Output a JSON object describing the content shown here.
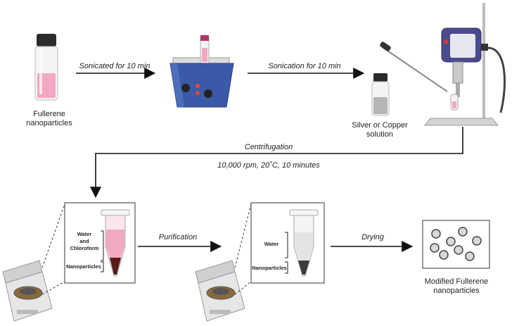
{
  "labels": {
    "fullerene": [
      "Fullerene",
      "nanoparticles"
    ],
    "step1": "Sonicated for 10 min",
    "step2": "Sonication for 10 min",
    "silver": [
      "Silver or Copper",
      "solution"
    ],
    "centrifugation": "Centrifugation",
    "centrifuge_params": "10,000 rpm, 20˚C, 10 minutes",
    "purification": "Purification",
    "drying": "Drying",
    "tube1_layers": [
      "Water",
      "and",
      "Chloroform",
      "Nanoparticles"
    ],
    "tube2_layers": [
      "Water",
      "Nanoparticles"
    ],
    "product": [
      "Modified Fullerene",
      "nanoparticles"
    ]
  },
  "colors": {
    "pink": "#f2a7c3",
    "vial_cap": "#2b2b2b",
    "bath_blue": "#3a5aa8",
    "probe_purple": "#4a4a8c",
    "pellet": "#5a1a1a",
    "arrow": "#111111"
  }
}
